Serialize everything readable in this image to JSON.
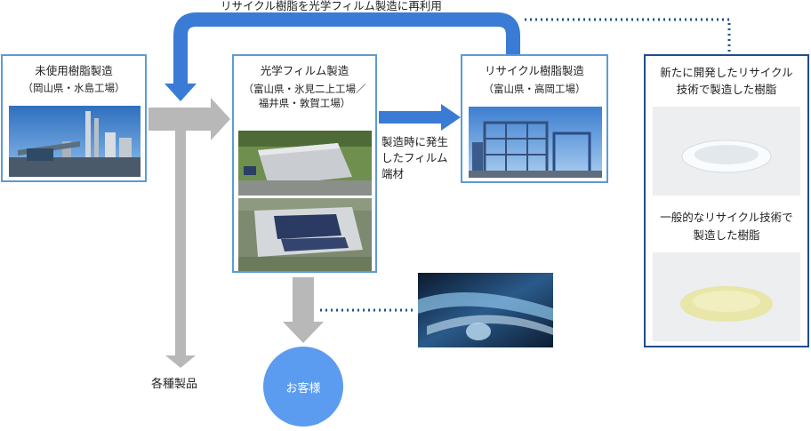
{
  "top_arrow_label": "リサイクル樹脂を光学フィルム製造に再利用",
  "virgin": {
    "title": "未使用樹脂製造",
    "location": "（岡山県・水島工場）",
    "photo_icon": "chemical-plant-photo"
  },
  "film": {
    "title": "光学フィルム製造",
    "location_line1": "（富山県・氷見二上工場／",
    "location_line2": "福井県・敦賀工場）",
    "photo1_icon": "factory-aerial-photo",
    "photo2_icon": "solar-roof-factory-photo"
  },
  "recycle": {
    "title": "リサイクル樹脂製造",
    "location": "（富山県・高岡工場）",
    "photo_icon": "recycling-plant-photo"
  },
  "scrap_label": {
    "line1": "製造時に発生",
    "line2": "したフィルム",
    "line3": "端材"
  },
  "products_label": "各種製品",
  "customer_label": "お客様",
  "film_roll_icon": "film-roll-photo",
  "resin_new": {
    "line1": "新たに開発したリサイクル",
    "line2": "技術で製造した樹脂",
    "photo_icon": "clear-pellets-photo"
  },
  "resin_general": {
    "line1": "一般的なリサイクル技術で",
    "line2": "製造した樹脂",
    "photo_icon": "yellow-pellets-photo"
  },
  "colors": {
    "blue_arrow": "#3a7bd5",
    "gray_arrow": "#b8b8b8",
    "box_border": "#5b9bd5",
    "resin_border": "#1f4e8c",
    "circle": "#5b9cf0",
    "dots": "#1f4e8c"
  }
}
